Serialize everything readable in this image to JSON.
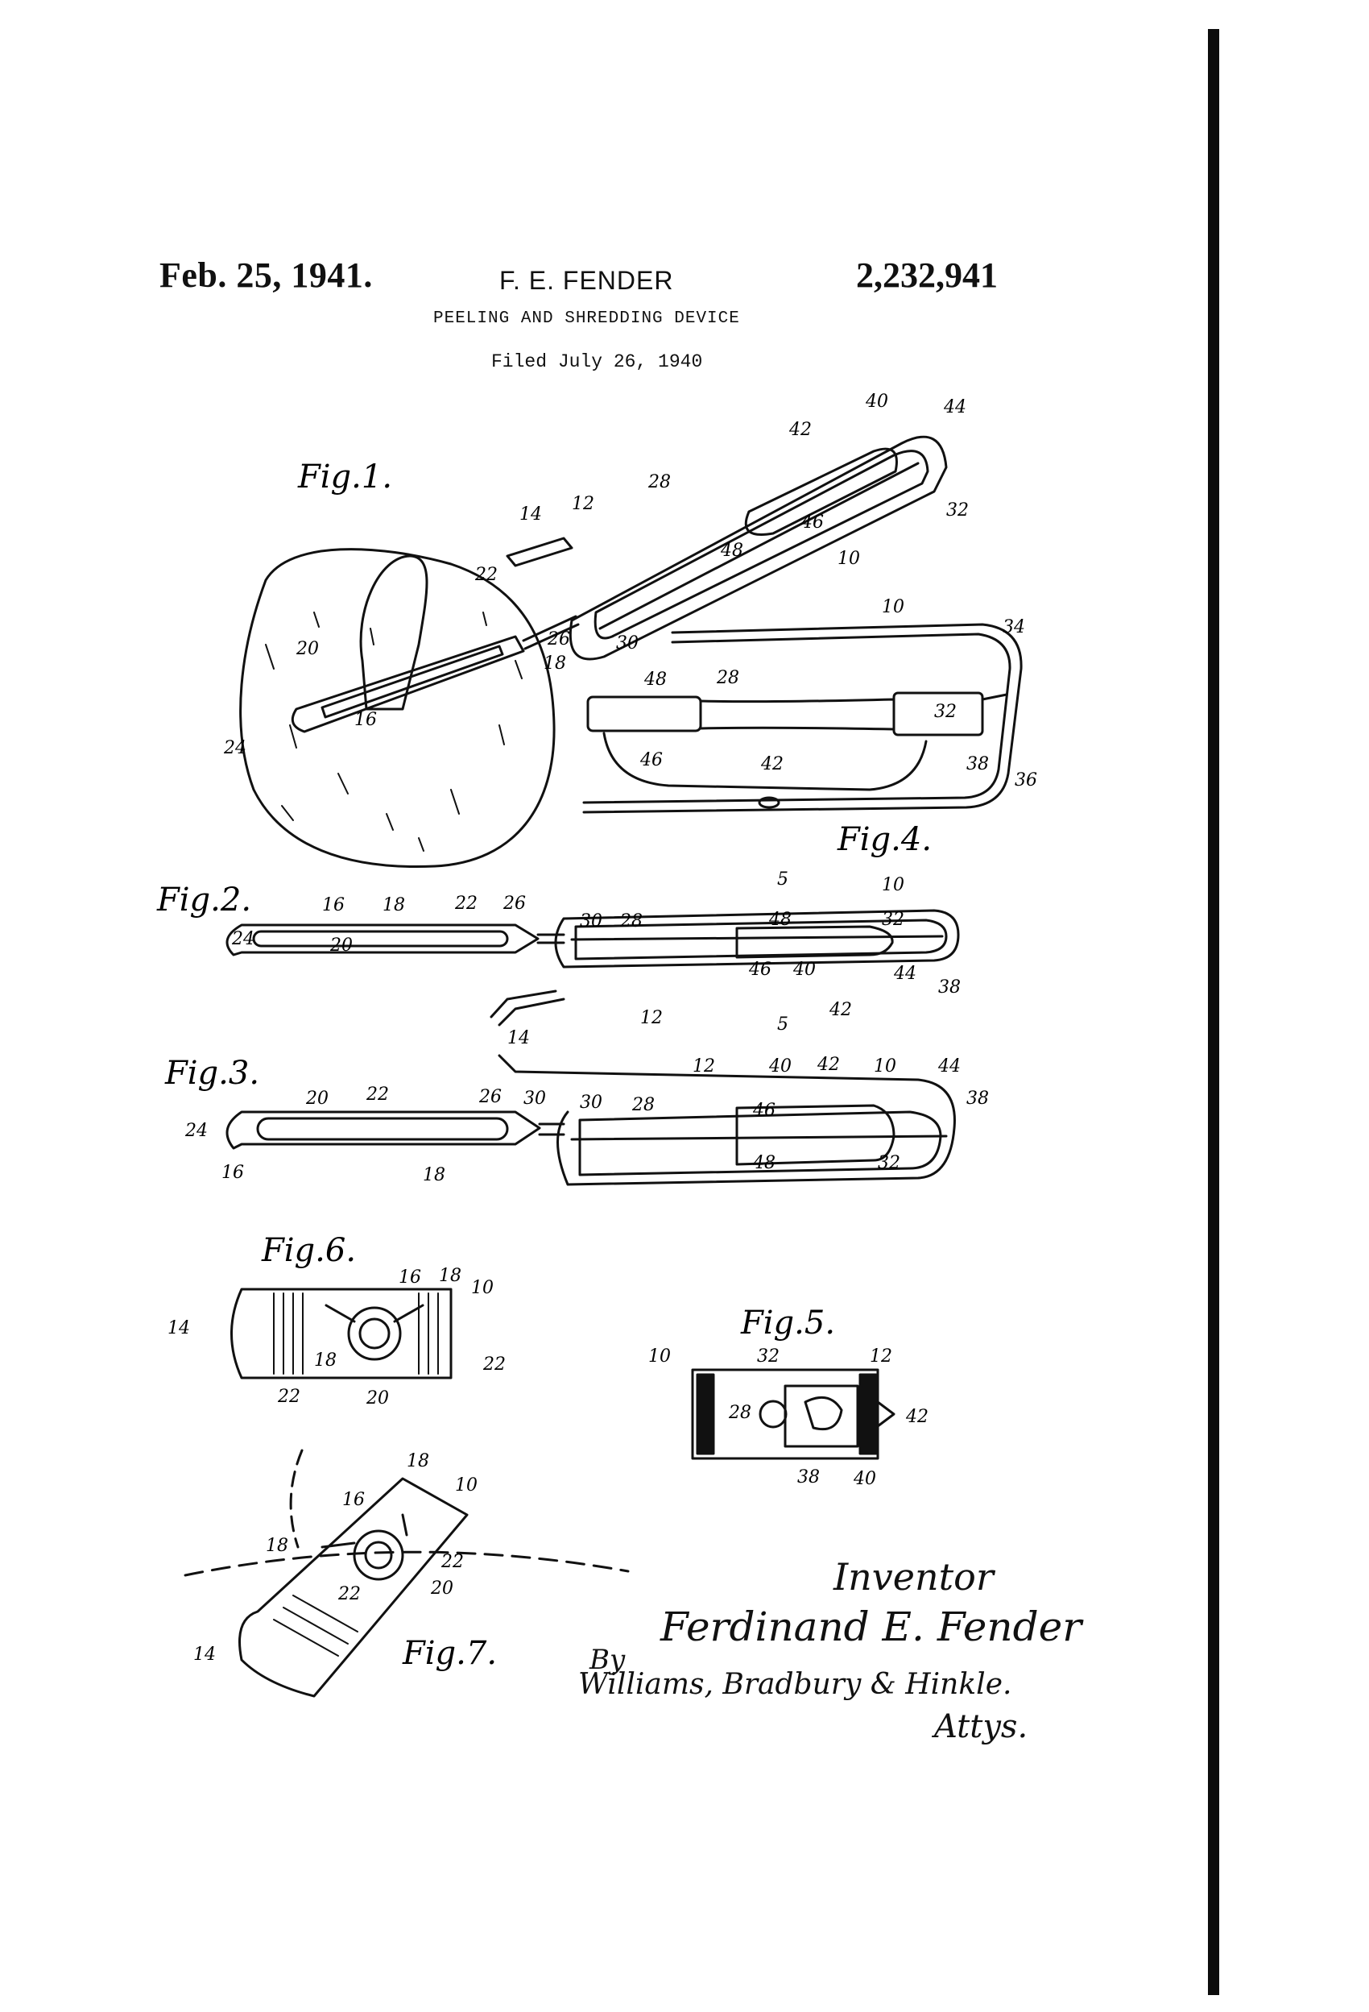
{
  "header": {
    "date": "Feb. 25, 1941.",
    "inventor": "F. E. FENDER",
    "patent_number": "2,232,941",
    "title": "PEELING AND SHREDDING DEVICE",
    "filed": "Filed July 26, 1940"
  },
  "figures": {
    "fig1": "Fig.1.",
    "fig2": "Fig.2.",
    "fig3": "Fig.3.",
    "fig4": "Fig.4.",
    "fig5": "Fig.5.",
    "fig6": "Fig.6.",
    "fig7": "Fig.7."
  },
  "refs": {
    "fig1": [
      "40",
      "44",
      "42",
      "28",
      "12",
      "14",
      "32",
      "46",
      "48",
      "10",
      "22",
      "26",
      "30",
      "18",
      "20",
      "16",
      "24"
    ],
    "fig4": [
      "10",
      "34",
      "48",
      "28",
      "32",
      "46",
      "42",
      "38",
      "36"
    ],
    "fig2": [
      "16",
      "18",
      "22",
      "26",
      "30",
      "28",
      "48",
      "10",
      "32",
      "24",
      "20",
      "46",
      "40",
      "44",
      "38",
      "42",
      "12",
      "14",
      "5",
      "5"
    ],
    "fig3": [
      "20",
      "22",
      "26",
      "30",
      "30",
      "28",
      "12",
      "40",
      "42",
      "10",
      "44",
      "38",
      "24",
      "16",
      "18",
      "46",
      "48",
      "32"
    ],
    "fig6": [
      "16",
      "18",
      "10",
      "14",
      "18",
      "22",
      "22",
      "20"
    ],
    "fig5": [
      "10",
      "32",
      "12",
      "28",
      "42",
      "38",
      "40"
    ],
    "fig7": [
      "18",
      "10",
      "16",
      "18",
      "22",
      "22",
      "20",
      "14"
    ]
  },
  "signature": {
    "inventor_label": "Inventor",
    "inventor_name": "Ferdinand E. Fender",
    "by": "By",
    "attorneys": "Williams, Bradbury & Hinkle.",
    "attys": "Attys."
  }
}
